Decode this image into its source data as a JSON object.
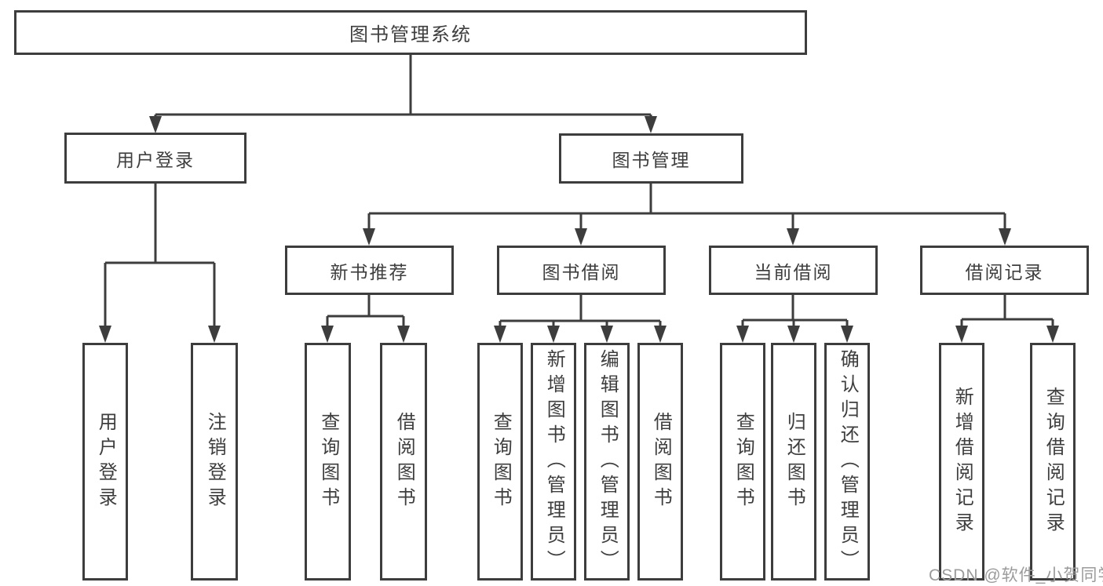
{
  "diagram": {
    "title": "图书管理系统",
    "nodes": {
      "root": "图书管理系统",
      "user_login": "用户登录",
      "book_mgmt": "图书管理",
      "new_book_rec": "新书推荐",
      "book_borrow": "图书借阅",
      "current_borrow": "当前借阅",
      "borrow_record": "借阅记录",
      "leaf_user_login": "用户登录",
      "leaf_logout": "注销登录",
      "leaf_nb_query": "查询图书",
      "leaf_nb_borrow": "借阅图书",
      "leaf_bb_query": "查询图书",
      "leaf_bb_add": "新增图书（管理员）",
      "leaf_bb_edit": "编辑图书（管理员）",
      "leaf_bb_borrow": "借阅图书",
      "leaf_cb_query": "查询图书",
      "leaf_cb_return": "归还图书",
      "leaf_cb_confirm": "确认归还（管理员）",
      "leaf_br_add": "新增借阅记录",
      "leaf_br_query": "查询借阅记录"
    }
  },
  "watermark": "CSDN @软件_小贺同学",
  "colors": {
    "line": "#3d3d3d",
    "text": "#3e3e3e",
    "watermark": "#9b9b9b",
    "background": "#ffffff"
  }
}
